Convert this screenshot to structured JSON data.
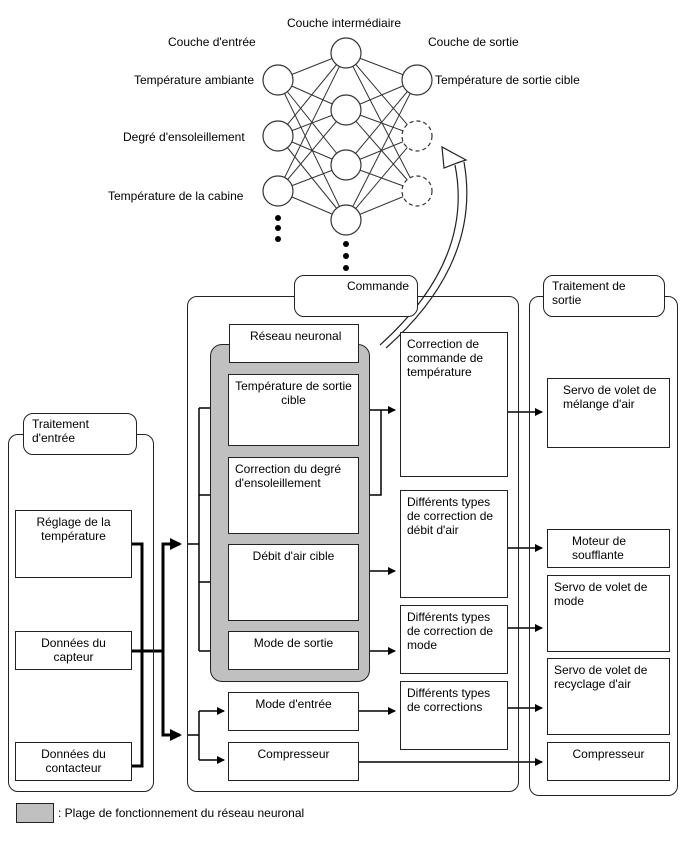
{
  "network": {
    "input_layer_title": "Couche d'entrée",
    "hidden_layer_title": "Couche intermédiaire",
    "output_layer_title": "Couche de sortie",
    "inputs": [
      "Température ambiante",
      "Degré d'ensoleillement",
      "Température de la cabine"
    ],
    "outputs": [
      "Température de sortie cible"
    ]
  },
  "input_processing": {
    "title": "Traitement d'entrée",
    "boxes": [
      "Réglage de la température",
      "Données du capteur",
      "Données du contacteur"
    ]
  },
  "control": {
    "title": "Commande",
    "neural_network_label": "Réseau neuronal",
    "nn_blocks": [
      "Température de sortie cible",
      "Correction du degré d'ensoleillement",
      "Débit d'air cible",
      "Mode de sortie"
    ],
    "other_blocks": [
      "Mode d'entrée",
      "Compresseur"
    ],
    "corrections": [
      "Correction de commande de température",
      "Différents types de correction de débit d'air",
      "Différents types de correction de mode",
      "Différents types de corrections"
    ]
  },
  "output_processing": {
    "title": "Traitement de sortie",
    "boxes": [
      "Servo de volet de mélange d'air",
      "Moteur de soufflante",
      "Servo de volet de mode",
      "Servo de volet de recyclage d'air",
      "Compresseur"
    ]
  },
  "legend": {
    "text": ": Plage de fonctionnement du réseau neuronal",
    "color": "#c0c0c0"
  }
}
